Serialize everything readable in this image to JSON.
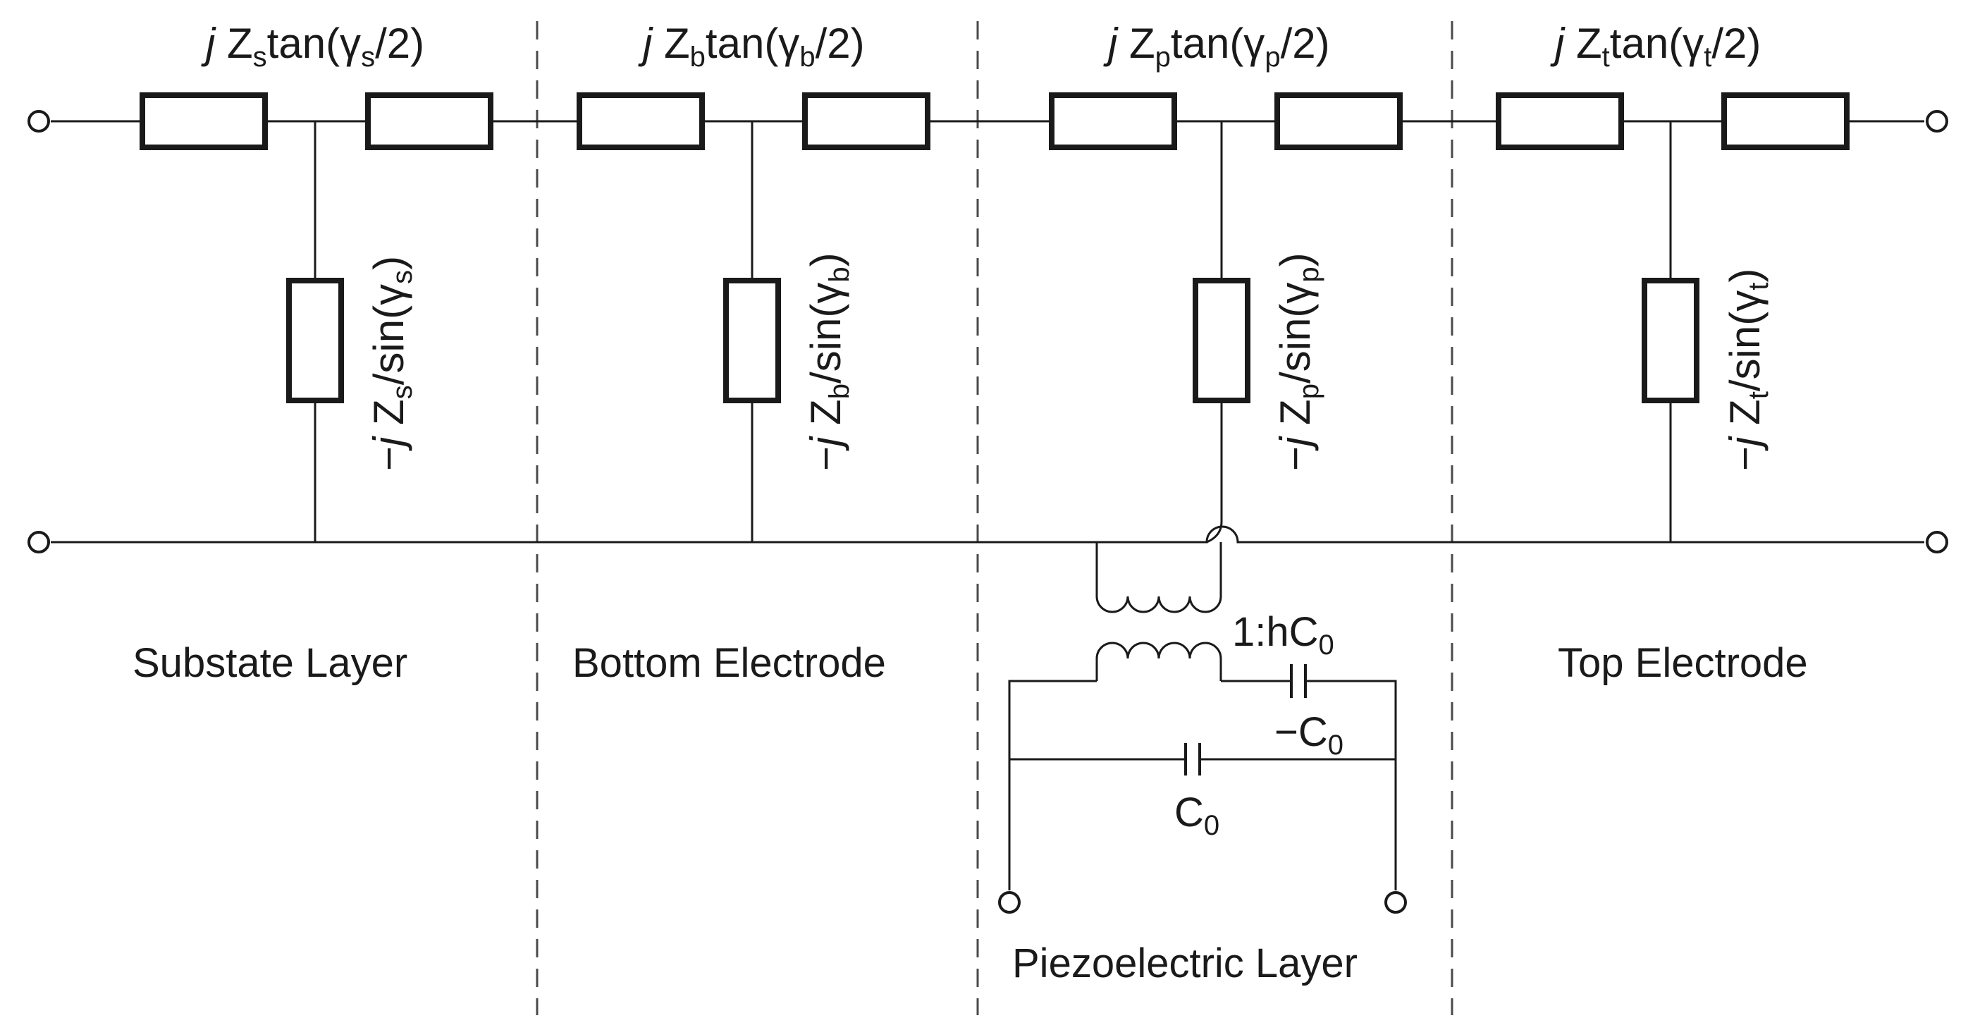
{
  "series_labels": [
    {
      "j": "j",
      "Z": " Z",
      "sub1": "s",
      "mid": "tan(γ",
      "sub2": "s",
      "end": "/2)"
    },
    {
      "j": "j",
      "Z": " Z",
      "sub1": "b",
      "mid": "tan(γ",
      "sub2": "b",
      "end": "/2)"
    },
    {
      "j": "j",
      "Z": " Z",
      "sub1": "p",
      "mid": "tan(γ",
      "sub2": "p",
      "end": "/2)"
    },
    {
      "j": "j",
      "Z": " Z",
      "sub1": "t",
      "mid": "tan(γ",
      "sub2": "t",
      "end": "/2)"
    }
  ],
  "shunt_labels": [
    {
      "minus": "−",
      "j": "j",
      "Z": " Z",
      "sub1": "s",
      "mid": "/sin(γ",
      "sub2": "s",
      "end": ")"
    },
    {
      "minus": "−",
      "j": "j",
      "Z": " Z",
      "sub1": "b",
      "mid": "/sin(γ",
      "sub2": "b",
      "end": ")"
    },
    {
      "minus": "−",
      "j": "j",
      "Z": " Z",
      "sub1": "p",
      "mid": "/sin(γ",
      "sub2": "p",
      "end": ")"
    },
    {
      "minus": "−",
      "j": "j",
      "Z": " Z",
      "sub1": "t",
      "mid": "/sin(γ",
      "sub2": "t",
      "end": ")"
    }
  ],
  "sections": {
    "substrate": "Substate Layer",
    "bottom": "Bottom Electrode",
    "piezo": "Piezoelectric Layer",
    "top": "Top Electrode"
  },
  "transformer": {
    "ratio_main": "1:hC",
    "ratio_sub": "0"
  },
  "neg_cap": {
    "main": "−C",
    "sub": "0"
  },
  "cap": {
    "main": "C",
    "sub": "0"
  }
}
